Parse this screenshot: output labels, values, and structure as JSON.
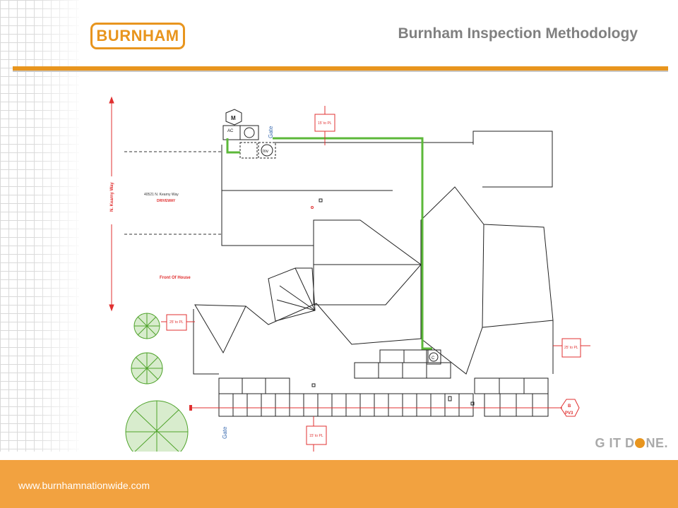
{
  "header": {
    "logo_text": "BURNHAM",
    "title": "Burnham Inspection Methodology"
  },
  "plan": {
    "street_label": "N. Kearny Way",
    "address_line": "40521 N. Kearny Way",
    "driveway_label": "DRIVEWAY",
    "front_label": "Front Of House",
    "gate_label": "Gate",
    "setback_top": "15' to PL",
    "setback_left": "25' to PL",
    "setback_right": "25' to PL",
    "setback_bottom": "15' to PL",
    "meter_label": "M",
    "ac_label": "AC",
    "inverter_label": "Inv",
    "combiner_label": "C",
    "pv_marker_letter": "B",
    "pv_marker_label": "PV3"
  },
  "tagline": {
    "pre": "G IT D",
    "post": "NE."
  },
  "footer": {
    "url": "www.burnhamnationwide.com"
  },
  "colors": {
    "accent": "#e8951e",
    "footer": "#f2a240",
    "conduit_green": "#5cb83a",
    "setback_red": "#e03030",
    "gate_blue": "#3a6bb0"
  }
}
